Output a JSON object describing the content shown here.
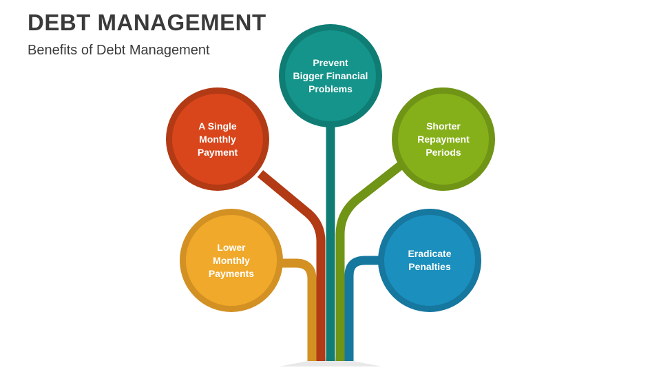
{
  "header": {
    "title": "DEBT MANAGEMENT",
    "subtitle": "Benefits of Debt Management"
  },
  "colors": {
    "teal": "#14948a",
    "teal_dark": "#0f7d74",
    "red": "#d9461c",
    "red_dark": "#b23a14",
    "green": "#86b01a",
    "green_dark": "#6f9416",
    "yellow": "#f0a92b",
    "yellow_dark": "#d39124",
    "blue": "#1b8fbd",
    "blue_dark": "#16779f",
    "base": "#f2f2f2"
  },
  "nodes": [
    {
      "id": "teal",
      "label": "Prevent\nBigger Financial\nProblems"
    },
    {
      "id": "red",
      "label": "A Single\nMonthly\nPayment"
    },
    {
      "id": "green",
      "label": "Shorter\nRepayment\nPeriods"
    },
    {
      "id": "yellow",
      "label": "Lower\nMonthly\nPayments"
    },
    {
      "id": "blue",
      "label": "Eradicate\nPenalties"
    }
  ]
}
